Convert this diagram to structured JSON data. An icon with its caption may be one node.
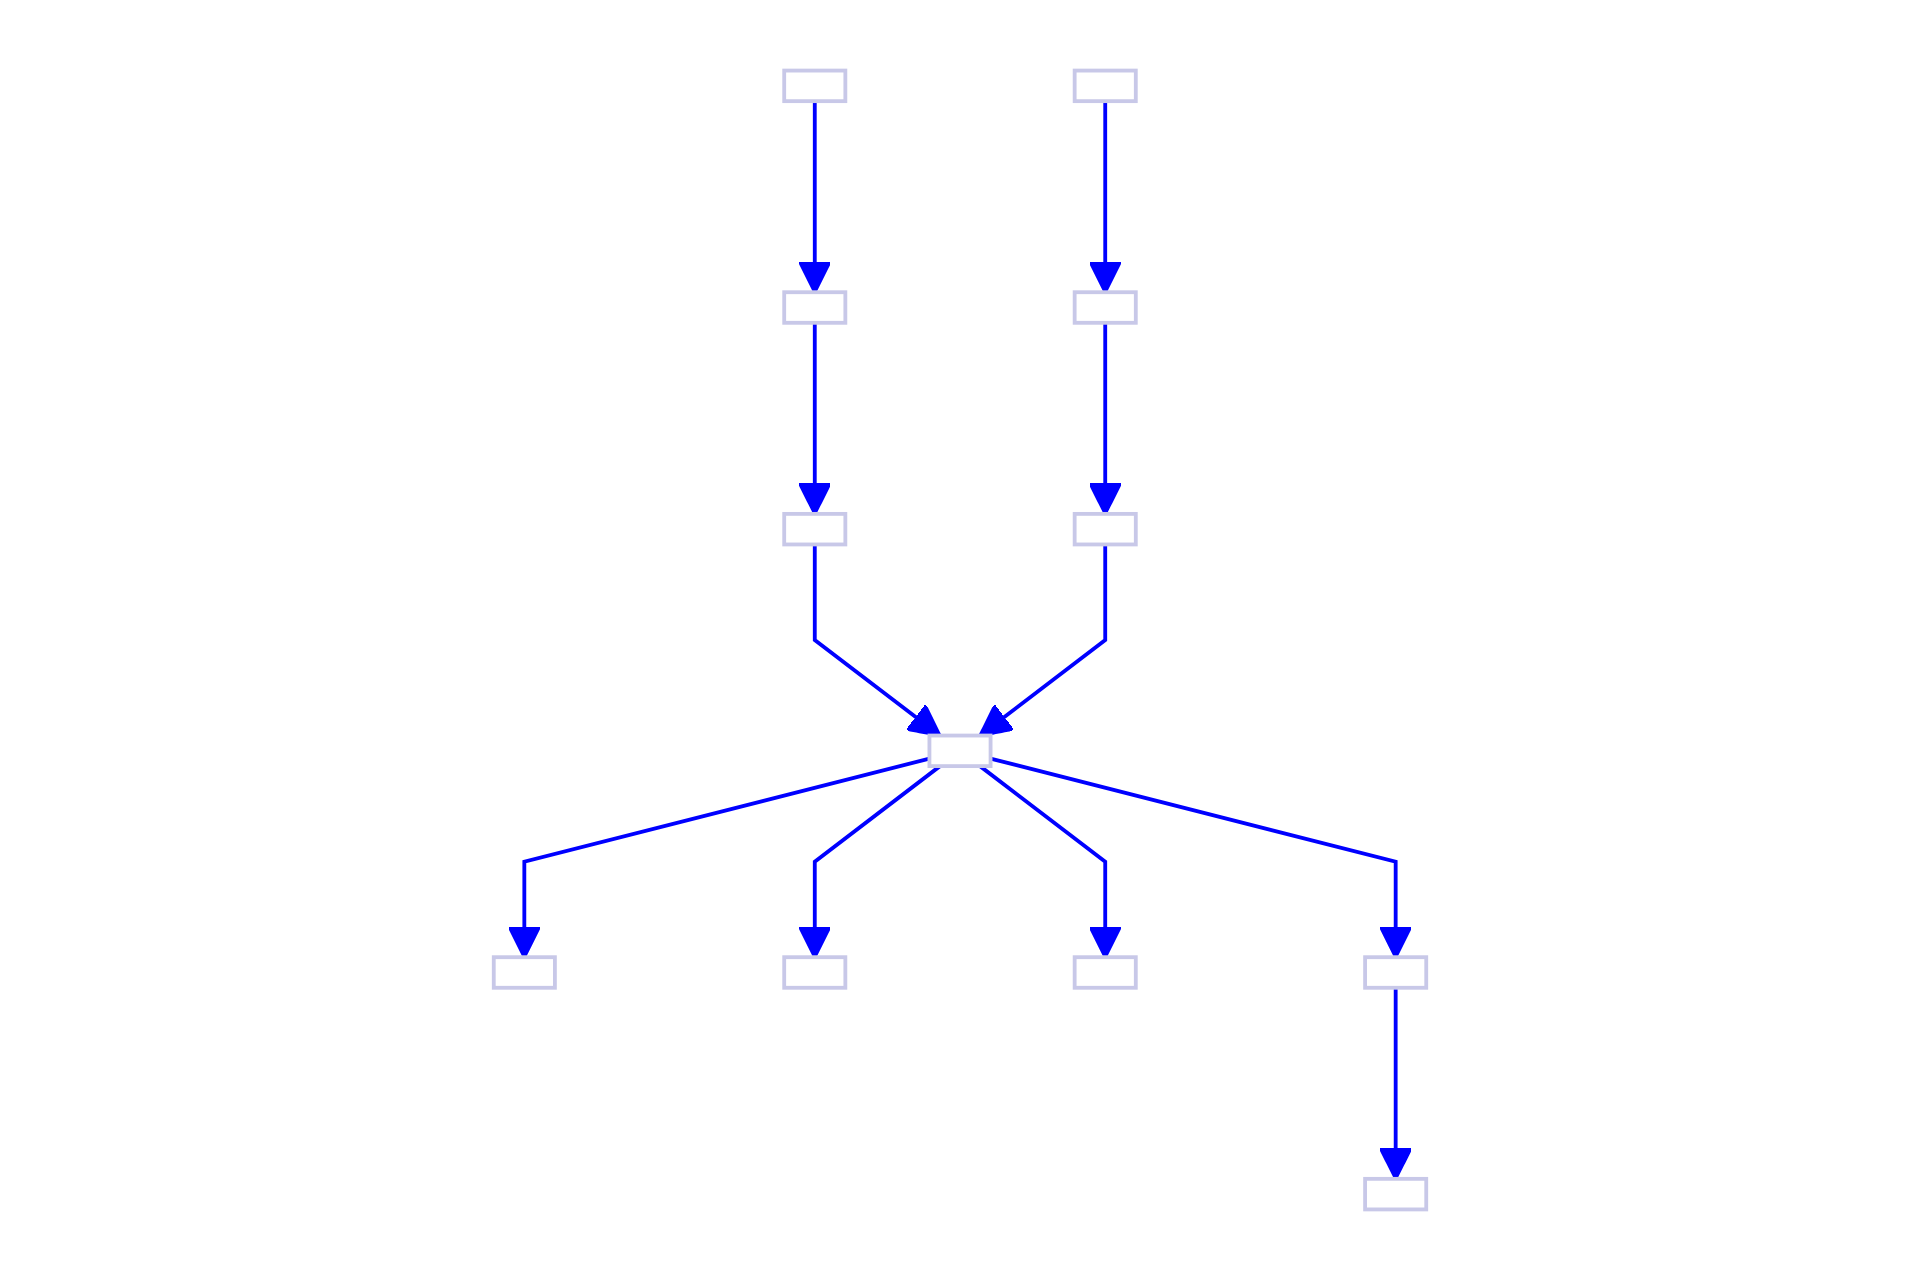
{
  "diagram": {
    "nodes": [
      {
        "text": [],
        "shape": "box"
      },
      {
        "text": [],
        "shape": "box"
      },
      {
        "text": [],
        "shape": "box"
      },
      {
        "text": [],
        "shape": "box"
      },
      {
        "text": [],
        "shape": "box"
      },
      {
        "text": [],
        "shape": "box"
      },
      {
        "text": [],
        "shape": "box"
      },
      {
        "text": [],
        "shape": "box"
      },
      {
        "text": [],
        "shape": "box"
      },
      {
        "text": [],
        "shape": "box"
      },
      {
        "text": [],
        "shape": "box"
      },
      {
        "text": [],
        "shape": "box"
      }
    ],
    "edges": [
      {
        "from": 0,
        "to": 1,
        "arrow": "to"
      },
      {
        "from": 1,
        "to": 2,
        "arrow": "to"
      },
      {
        "from": 2,
        "to": 7,
        "arrow": "to"
      },
      {
        "from": 3,
        "to": 4,
        "arrow": "to"
      },
      {
        "from": 4,
        "to": 5,
        "arrow": "to"
      },
      {
        "from": 5,
        "to": 7,
        "arrow": "to"
      },
      {
        "from": 7,
        "to": 6,
        "arrow": "to"
      },
      {
        "from": 7,
        "to": 8,
        "arrow": "to"
      },
      {
        "from": 7,
        "to": 9,
        "arrow": "to"
      },
      {
        "from": 7,
        "to": 10,
        "arrow": "to"
      },
      {
        "from": 10,
        "to": 11,
        "arrow": "to"
      }
    ]
  }
}
